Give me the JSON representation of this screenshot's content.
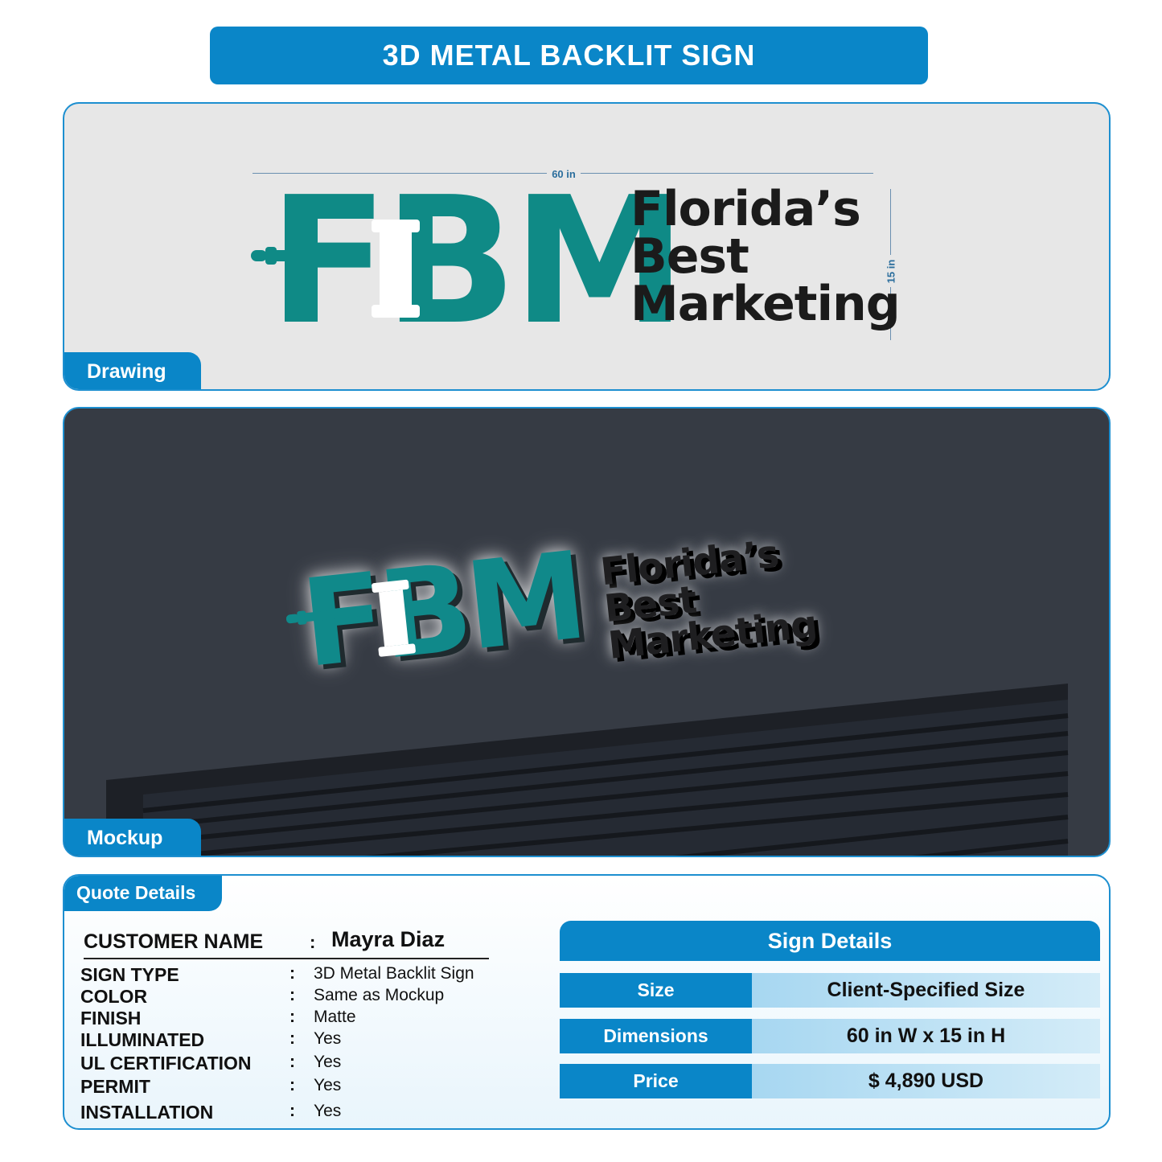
{
  "header": {
    "title": "3D METAL BACKLIT SIGN"
  },
  "drawing": {
    "tag": "Drawing",
    "width_label": "60 in",
    "height_label": "15 in"
  },
  "mockup": {
    "tag": "Mockup"
  },
  "logo": {
    "letters": "FBM",
    "tagline_1": "Florida’s",
    "tagline_2": "Best",
    "tagline_3": "Marketing"
  },
  "quote": {
    "tag": "Quote Details",
    "customer_label": "CUSTOMER NAME",
    "customer_name": "Mayra Diaz",
    "colon": ":",
    "specs": [
      {
        "label": "SIGN TYPE",
        "value": "3D Metal Backlit Sign"
      },
      {
        "label": "COLOR",
        "value": "Same as Mockup"
      },
      {
        "label": "FINISH",
        "value": "Matte"
      },
      {
        "label": "ILLUMINATED",
        "value": "Yes"
      },
      {
        "label": "UL CERTIFICATION",
        "value": "Yes"
      },
      {
        "label": "PERMIT",
        "value": "Yes"
      },
      {
        "label": "INSTALLATION",
        "value": "Yes"
      }
    ]
  },
  "sign_details": {
    "title": "Sign Details",
    "rows": [
      {
        "key": "Size",
        "value": "Client-Specified Size"
      },
      {
        "key": "Dimensions",
        "value": "60 in W x 15 in H"
      },
      {
        "key": "Price",
        "value": "$ 4,890 USD"
      }
    ]
  },
  "colors": {
    "brand_blue": "#0a86c8",
    "logo_teal": "#0f8a86",
    "wall": "#363b44"
  }
}
